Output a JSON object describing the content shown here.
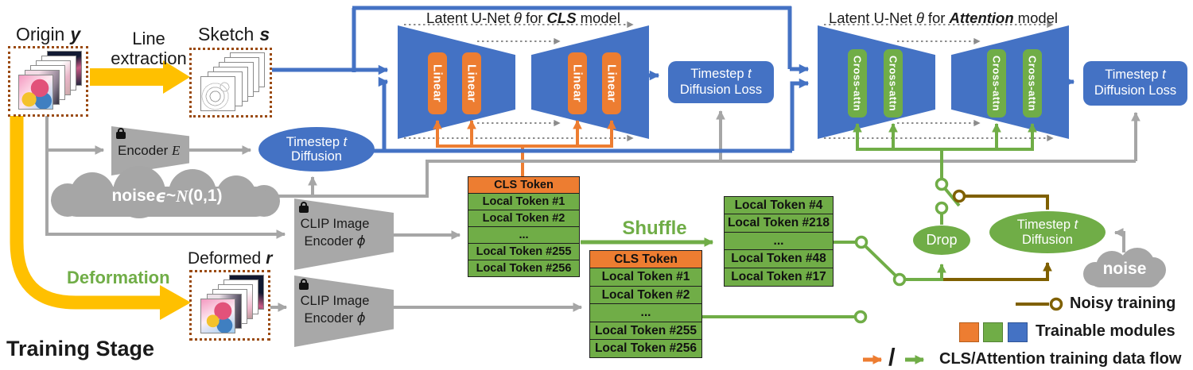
{
  "stage_label": "Training Stage",
  "palette": {
    "blue": "#4472C4",
    "orange": "#ED7D31",
    "green": "#70AD47",
    "gray": "#A6A6A6",
    "brown": "#7F6000",
    "yellow": "#FFC000",
    "dotted_box": "#9A4A10"
  },
  "nodes": {
    "origin": {
      "label": "Origin",
      "var": "y"
    },
    "line_extraction": {
      "label": "Line extraction"
    },
    "sketch": {
      "label": "Sketch",
      "var": "s"
    },
    "deformation": {
      "label": "Deformation"
    },
    "deformed": {
      "label": "Deformed",
      "var": "r"
    },
    "encoder": {
      "label": "Encoder ",
      "symbol": "E"
    },
    "noise_cloud": {
      "p1": "noise ",
      "epsilon": "ϵ",
      "tilde": "~",
      "dist": "N",
      "p2": "(0,1)"
    },
    "timestep_blue": {
      "l1": "Timestep ",
      "t": "t",
      "l2": "Diffusion"
    },
    "clip_top": {
      "l1": "CLIP Image",
      "l2": "Encoder ",
      "symbol": "ϕ"
    },
    "clip_bottom": {
      "l1": "CLIP Image",
      "l2": "Encoder ",
      "symbol": "ϕ"
    },
    "unet_cls": {
      "t1": "Latent U-Net",
      "theta": "θ",
      "t2": "for",
      "emph": "CLS",
      "t3": "model",
      "block": "Linear"
    },
    "unet_attn": {
      "t1": "Latent U-Net",
      "theta": "θ",
      "t2": "for",
      "emph": "Attention",
      "t3": "model",
      "block": "Cross-attn"
    },
    "loss_cls": {
      "l1": "Timestep ",
      "t": "t",
      "l2": "Diffusion Loss"
    },
    "loss_attn": {
      "l1": "Timestep ",
      "t": "t",
      "l2": "Diffusion Loss"
    },
    "shuffle": {
      "label": "Shuffle"
    },
    "drop": {
      "label": "Drop"
    },
    "timestep_green": {
      "l1": "Timestep ",
      "t": "t",
      "l2": "Diffusion"
    },
    "noise_small": {
      "label": "noise"
    }
  },
  "stacks": {
    "origin_tokens": {
      "rows": [
        "CLS Token",
        "Local Token #1",
        "Local Token #2",
        "...",
        "Local Token #255",
        "Local Token #256"
      ]
    },
    "deformed_tokens": {
      "rows": [
        "CLS Token",
        "Local Token #1",
        "Local Token #2",
        "...",
        "Local Token #255",
        "Local Token #256"
      ]
    },
    "shuffled_tokens": {
      "rows": [
        "Local Token #4",
        "Local Token #218",
        "...",
        "Local Token #48",
        "Local Token #17"
      ]
    }
  },
  "legend": {
    "noisy": "Noisy training",
    "trainable": "Trainable modules",
    "flow": "CLS/Attention training data flow"
  }
}
